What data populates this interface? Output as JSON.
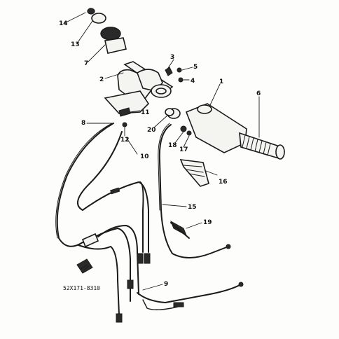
{
  "diagram": {
    "callouts": [
      {
        "id": "1",
        "label": "1"
      },
      {
        "id": "2",
        "label": "2"
      },
      {
        "id": "3",
        "label": "3"
      },
      {
        "id": "4",
        "label": "4"
      },
      {
        "id": "5",
        "label": "5"
      },
      {
        "id": "6",
        "label": "6"
      },
      {
        "id": "7",
        "label": "7"
      },
      {
        "id": "8",
        "label": "8"
      },
      {
        "id": "9",
        "label": "9"
      },
      {
        "id": "10",
        "label": "10"
      },
      {
        "id": "11",
        "label": "11"
      },
      {
        "id": "12",
        "label": "12"
      },
      {
        "id": "13",
        "label": "13"
      },
      {
        "id": "14",
        "label": "14"
      },
      {
        "id": "15",
        "label": "15"
      },
      {
        "id": "16",
        "label": "16"
      },
      {
        "id": "17",
        "label": "17"
      },
      {
        "id": "18",
        "label": "18"
      },
      {
        "id": "19",
        "label": "19"
      },
      {
        "id": "20",
        "label": "20"
      }
    ],
    "drawing_code": "52X171-8310"
  }
}
